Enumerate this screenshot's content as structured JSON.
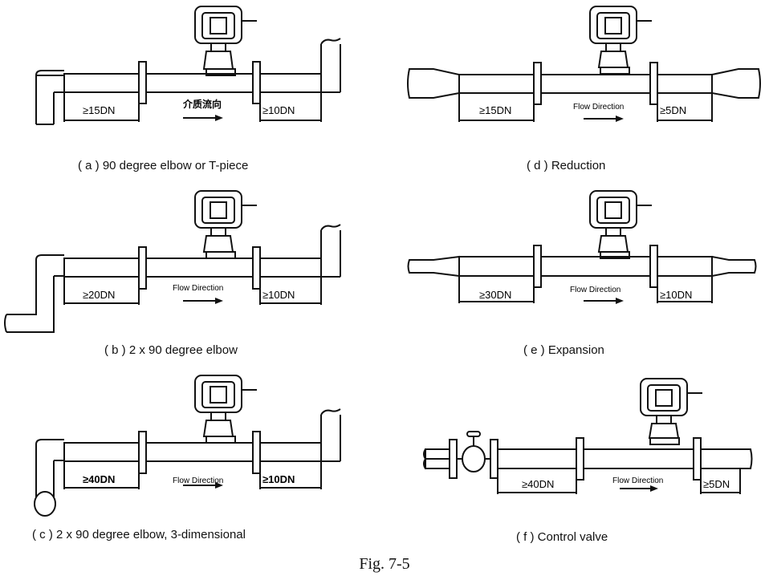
{
  "figure_label": "Fig. 7-5",
  "panels": [
    {
      "caption": "( a ) 90 degree elbow or T-piece",
      "upstream": "≥15DN",
      "downstream": "≥10DN",
      "flow": "介质流向"
    },
    {
      "caption": "( b ) 2 x 90 degree elbow",
      "upstream": "≥20DN",
      "downstream": "≥10DN",
      "flow": "Flow Direction"
    },
    {
      "caption": "( c ) 2 x 90 degree elbow, 3-dimensional",
      "upstream": "≥40DN",
      "downstream": "≥10DN",
      "flow": "Flow Direction"
    },
    {
      "caption": "( d ) Reduction",
      "upstream": "≥15DN",
      "downstream": "≥5DN",
      "flow": "Flow Direction"
    },
    {
      "caption": "( e ) Expansion",
      "upstream": "≥30DN",
      "downstream": "≥10DN",
      "flow": "Flow Direction"
    },
    {
      "caption": "( f ) Control  valve",
      "upstream": "≥40DN",
      "downstream": "≥5DN",
      "flow": "Flow Direction"
    }
  ]
}
